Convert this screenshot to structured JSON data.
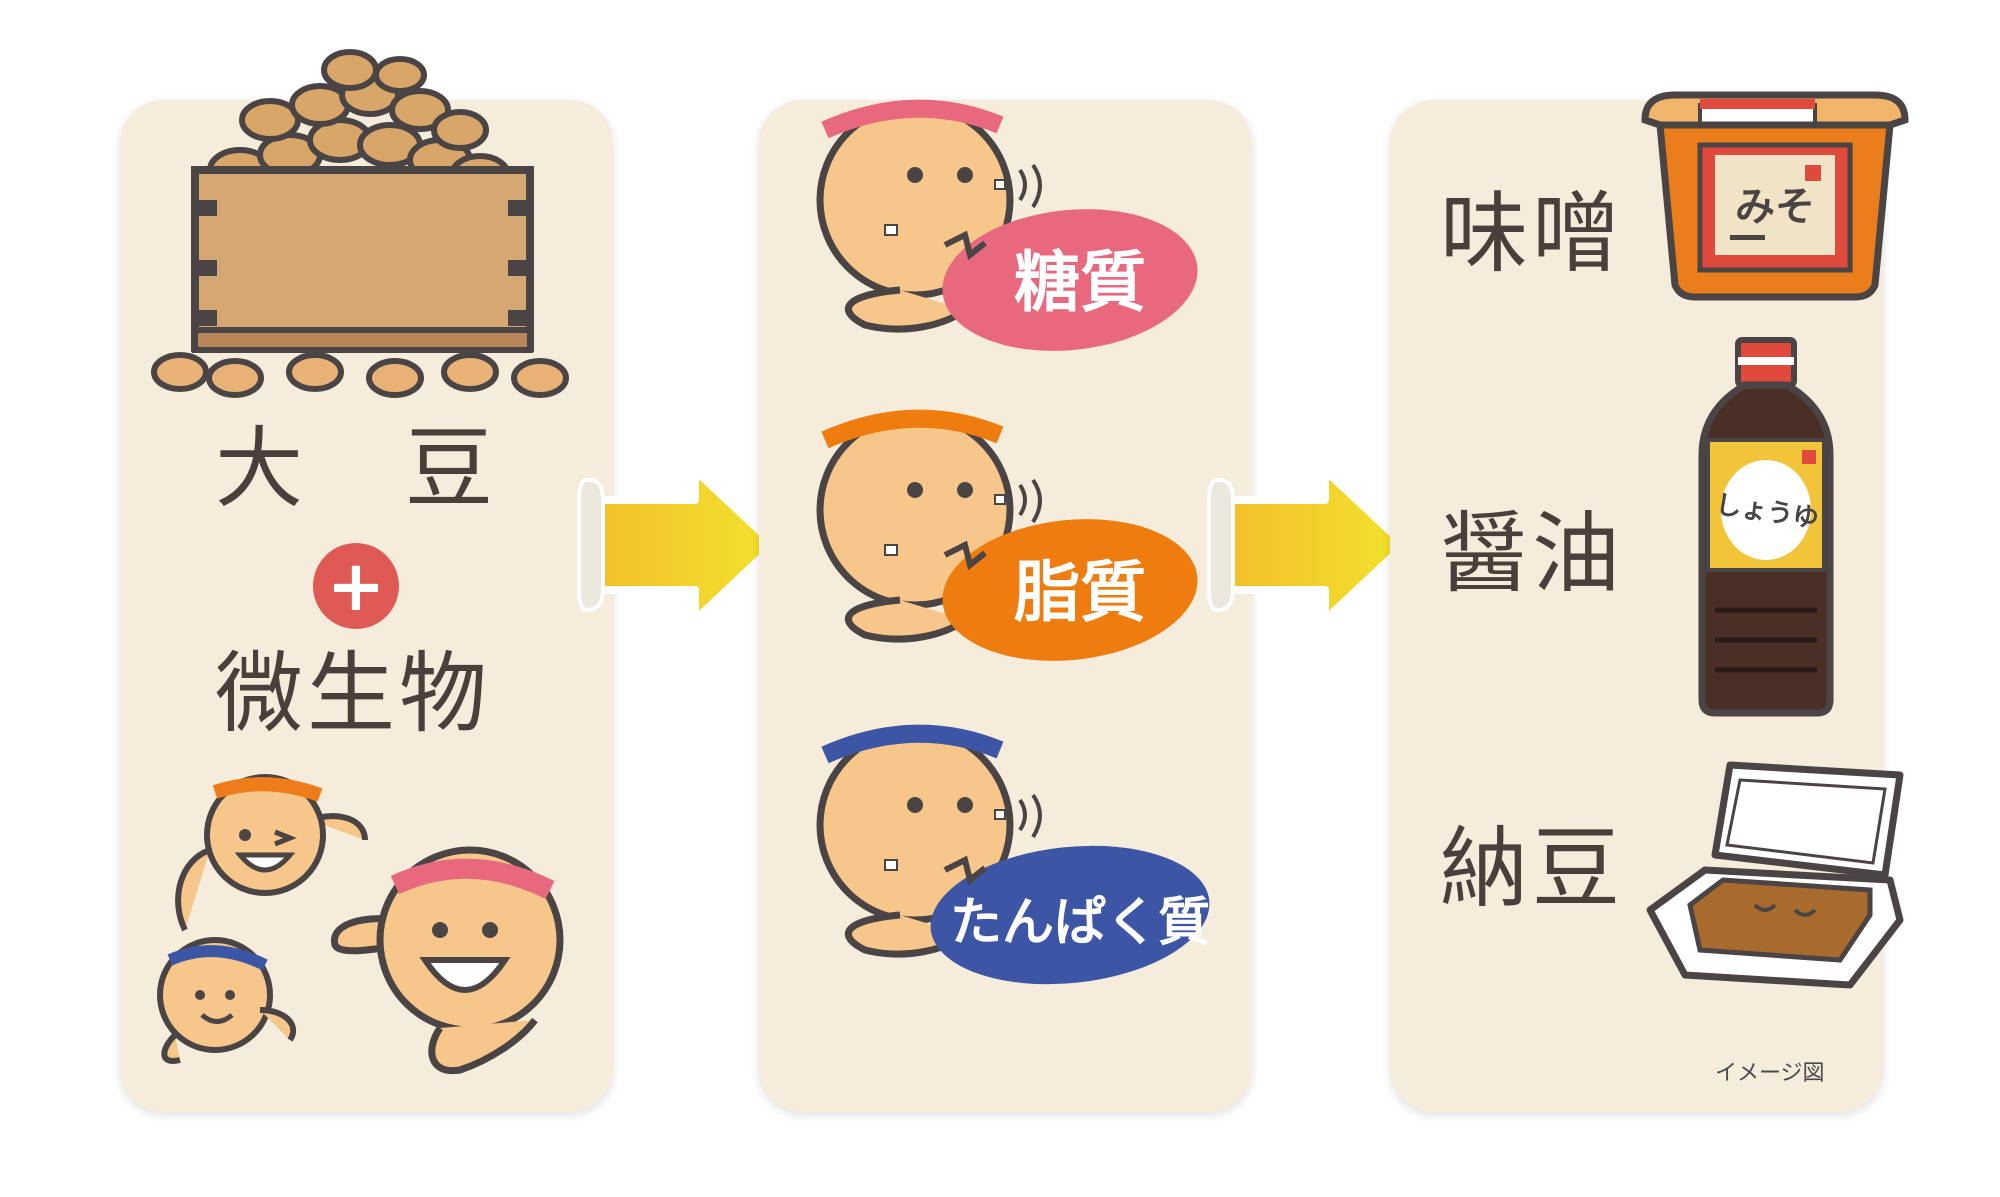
{
  "stage1": {
    "soybean_word": "大",
    "soybean_word2": "豆",
    "plus": "+",
    "microbe_label": "微生物"
  },
  "stage2": {
    "labels": [
      "糖質",
      "脂質",
      "たんぱく質"
    ],
    "label_colors": [
      "#e8687e",
      "#ee7c0e",
      "#3c55a4"
    ]
  },
  "stage3": {
    "products": [
      "味噌",
      "醤油",
      "納豆"
    ],
    "miso_package_text": "みそ",
    "soy_bottle_text": "しょうゆ"
  },
  "caption": "イメージ図",
  "colors": {
    "panel": "#f5ecdc",
    "arrow": "#f2cf1e",
    "text": "#4a3f3a",
    "bean": "#f7c68a",
    "outline": "#4b4444"
  }
}
